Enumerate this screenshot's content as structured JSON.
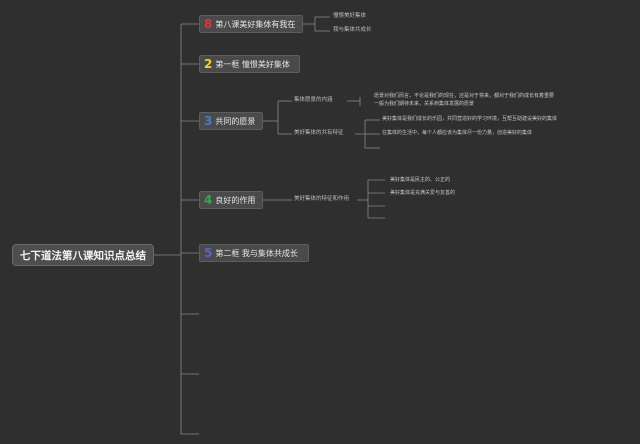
{
  "root": {
    "label": "七下道法第八课知识点总结"
  },
  "branches": [
    {
      "num": "8",
      "num_color": "#d9363e",
      "label": "第八课美好集体有我在"
    },
    {
      "num": "2",
      "num_color": "#f2d22e",
      "label": "第一框 憧憬美好集体"
    },
    {
      "num": "3",
      "num_color": "#3f7fd4",
      "label": "共同的愿景"
    },
    {
      "num": "4",
      "num_color": "#2fa84a",
      "label": "良好的作用"
    },
    {
      "num": "5",
      "num_color": "#5a62c8",
      "label": "第二框 我与集体共成长"
    }
  ],
  "branch1_items": [
    "憧憬美好集体",
    "我与集体共成长"
  ],
  "branch3_subs": [
    "集体愿景的内涵",
    "美好集体的共有特征"
  ],
  "branch3_leaf1": [
    "愿景对我们而言，不论是我们的现在，还是对于将来，都对于我们的成长有着重要",
    "一般为我们期待未来，关系到集体发展的愿景"
  ],
  "branch3_leaf2": [
    "美好集体是我们成长的乐园，共同营造好的学习环境，互帮互助建设美好的集体",
    "在集体的生活中，每个人都应该为集体尽一份力量，创造美好的集体"
  ],
  "branch4_sub": "美好集体的特征和作用",
  "branch4_leaves": [
    "美好集体是民主的、公正的",
    "美好集体是充满关爱与友善的"
  ]
}
